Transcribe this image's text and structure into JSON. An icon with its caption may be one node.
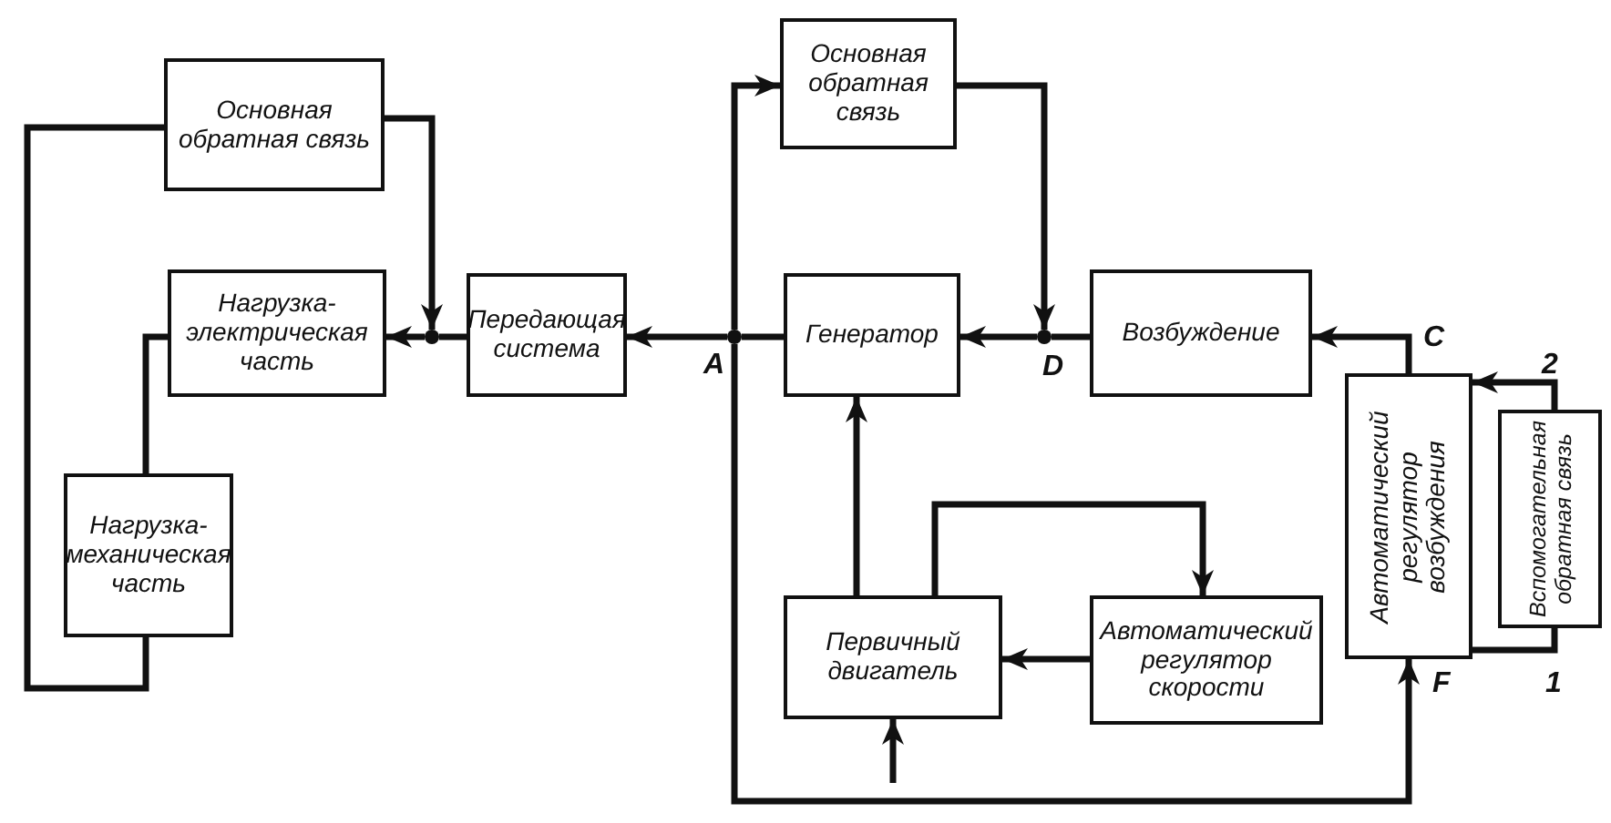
{
  "diagram": {
    "nodes": [
      {
        "text": [
          "Основная обратная связь"
        ]
      },
      {
        "text": [
          "Нагрузка-электрическая часть"
        ]
      },
      {
        "text": [
          "Передающая система"
        ]
      },
      {
        "text": [
          "Основная обратная связь"
        ]
      },
      {
        "text": [
          "Генератор"
        ]
      },
      {
        "text": [
          "Возбуждение"
        ]
      },
      {
        "text": [
          "Нагрузка-механическая часть"
        ]
      },
      {
        "text": [
          "Первичный двигатель"
        ]
      },
      {
        "text": [
          "Автоматический регулятор скорости"
        ]
      },
      {
        "text": [
          "Автоматический регулятор возбуждения"
        ]
      },
      {
        "text": [
          "Вспомогательная обратная связь"
        ]
      },
      {
        "text": [],
        "shape": "circle"
      },
      {
        "text": [],
        "shape": "circle"
      },
      {
        "text": [],
        "shape": "circle"
      }
    ],
    "edges": [
      {
        "from": 2,
        "to": 11,
        "arrow": "none"
      },
      {
        "from": 11,
        "to": 1,
        "arrow": "to"
      },
      {
        "from": 0,
        "to": 11,
        "arrow": "to"
      },
      {
        "from": 1,
        "to": 6,
        "arrow": "none"
      },
      {
        "from": 6,
        "to": 0,
        "arrow": "none"
      },
      {
        "from": 4,
        "to": 12,
        "arrow": "none"
      },
      {
        "from": 12,
        "to": 2,
        "arrow": "to"
      },
      {
        "from": 12,
        "to": 3,
        "arrow": "to"
      },
      {
        "from": 12,
        "to": 9,
        "arrow": "to"
      },
      {
        "from": 3,
        "to": 13,
        "arrow": "to"
      },
      {
        "from": 5,
        "to": 13,
        "arrow": "none"
      },
      {
        "from": 13,
        "to": 4,
        "arrow": "to"
      },
      {
        "from": 9,
        "to": 5,
        "arrow": "to"
      },
      {
        "from": 10,
        "to": 9,
        "arrow": "to"
      },
      {
        "from": 9,
        "to": 10,
        "arrow": "none"
      },
      {
        "from": 7,
        "to": 4,
        "arrow": "to"
      },
      {
        "from": 7,
        "to": 8,
        "arrow": "to"
      },
      {
        "from": 8,
        "to": 7,
        "arrow": "to"
      },
      {
        "from": null,
        "to": 7,
        "arrow": "to"
      }
    ],
    "labels": [
      "A",
      "D",
      "C",
      "2",
      "F",
      "1"
    ]
  }
}
